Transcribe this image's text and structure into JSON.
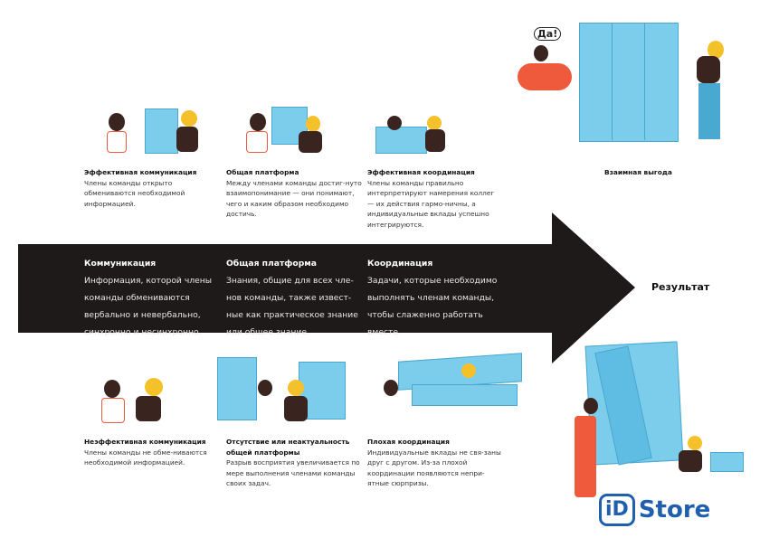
{
  "top": [
    {
      "title": "Эффективная коммуникация",
      "text": "Члены команды открыто обмениваются необходимой информацией."
    },
    {
      "title": "Общая платформа",
      "text": "Между членами команды достиг-нуто взаимопонимание — они понимают, чего и каким образом необходимо достичь."
    },
    {
      "title": "Эффективная координация",
      "text": "Члены команды правильно интерпретируют намерения коллег — их действия гармо-ничны, а индивидуальные вклады успешно интегрируются."
    }
  ],
  "top_result": "Взаимная выгода",
  "arrow": [
    {
      "title": "Коммуникация",
      "text": "Информация, которой члены команды обмениваются вербально и невербально, синхронно и несинхронно."
    },
    {
      "title": "Общая платформа",
      "text": "Знания, общие для всех чле-нов команды, также извест-ные как практическое знание или общее знание."
    },
    {
      "title": "Координация",
      "text": "Задачи, которые необходимо выполнять членам команды, чтобы слаженно работать вместе."
    }
  ],
  "result_label": "Результат",
  "bottom": [
    {
      "title": "Неэффективная коммуникация",
      "text": "Члены команды не обме-ниваются необходимой информацией."
    },
    {
      "title": "Отсутствие или неактуальность общей платформы",
      "text": "Разрыв восприятия увеличивается по мере выполнения членами команды своих задач."
    },
    {
      "title": "Плохая координация",
      "text": "Индивидуальные вклады не свя-заны друг с другом. Из-за плохой координации появляются непри-ятные сюрпризы."
    }
  ],
  "speech_bubble": "Да!",
  "logo": {
    "id": "iD",
    "store": "Store"
  },
  "colors": {
    "arrow": "#1e1a1a",
    "blue": "#7ccdec",
    "orange": "#ef5a3c",
    "yellow": "#f5c12a",
    "logo": "#1f5fae"
  }
}
